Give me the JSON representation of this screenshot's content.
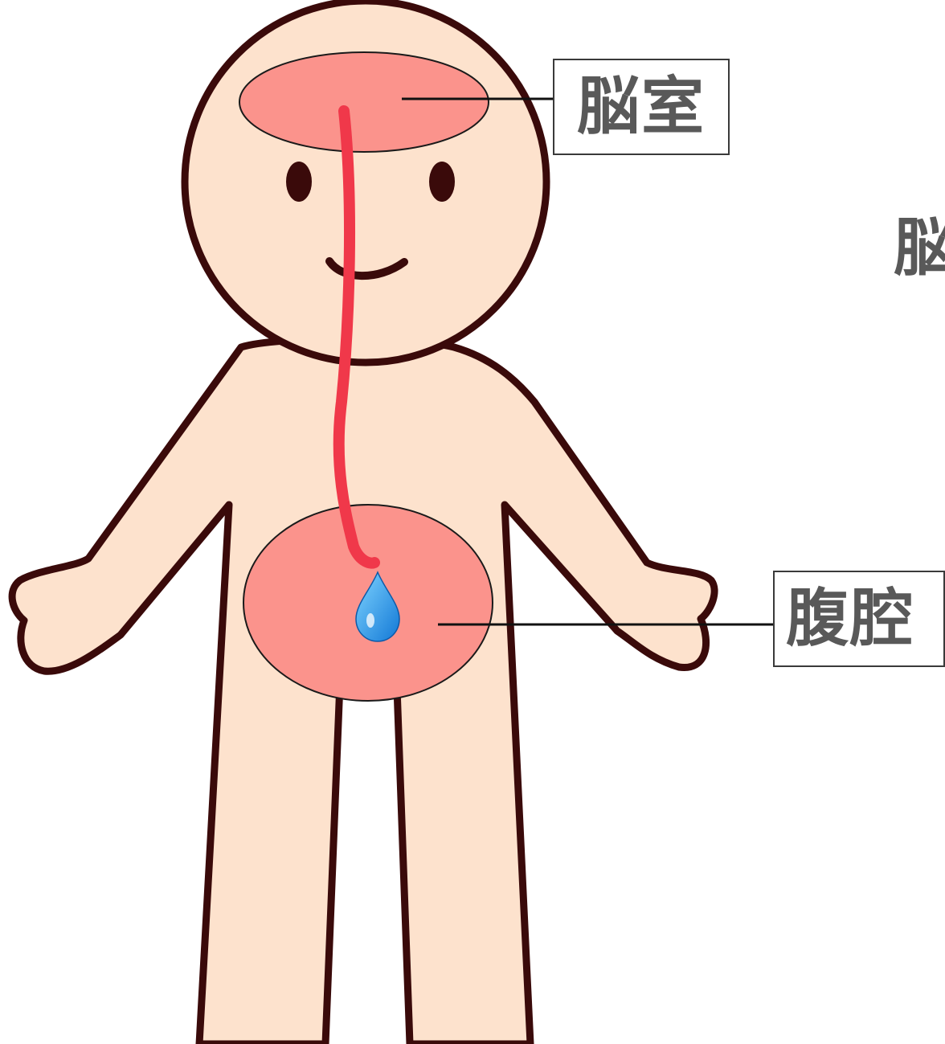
{
  "labels": {
    "ventricle": "脳室",
    "abdomen": "腹腔",
    "partial_side_text": "脳"
  },
  "icons": {
    "droplet": "water-droplet-icon"
  },
  "colors": {
    "skin": "#fde2cd",
    "outline": "#3a0a0a",
    "cavity": "#fb938c",
    "tube": "#f0384a",
    "label_text": "#595959"
  }
}
